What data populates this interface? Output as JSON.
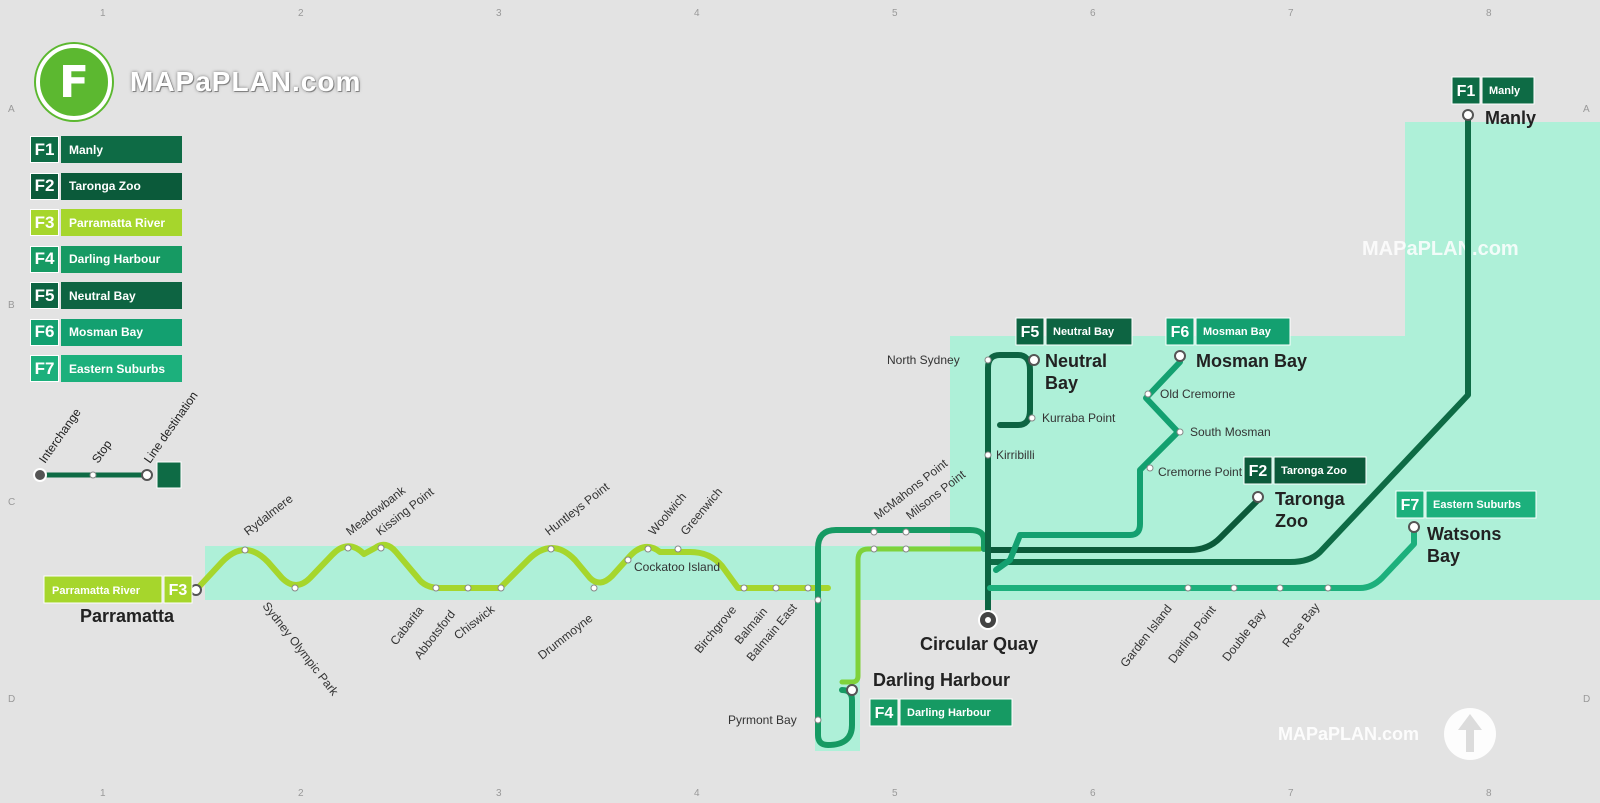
{
  "brand": {
    "logo_letter": "F",
    "site": "MAPaPLAN.com"
  },
  "colors": {
    "F1": "#0e6b45",
    "F2": "#0b5a3a",
    "F3": "#a6d62c",
    "F4": "#169a63",
    "F5": "#0d6442",
    "F6": "#13a070",
    "F7": "#1cb07c",
    "band": "#aef0d8",
    "bg": "#e3e3e3"
  },
  "legend": [
    {
      "code": "F1",
      "name": "Manly"
    },
    {
      "code": "F2",
      "name": "Taronga Zoo"
    },
    {
      "code": "F3",
      "name": "Parramatta River"
    },
    {
      "code": "F4",
      "name": "Darling Harbour"
    },
    {
      "code": "F5",
      "name": "Neutral Bay"
    },
    {
      "code": "F6",
      "name": "Mosman Bay"
    },
    {
      "code": "F7",
      "name": "Eastern Suburbs"
    }
  ],
  "key": {
    "interchange": "Interchange",
    "stop": "Stop",
    "destination": "Line destination"
  },
  "grid": {
    "cols": [
      "1",
      "2",
      "3",
      "4",
      "5",
      "6",
      "7",
      "8"
    ],
    "rows": [
      "A",
      "B",
      "C",
      "D"
    ]
  },
  "destinations": {
    "manly": {
      "code": "F1",
      "name": "Manly",
      "label": "Manly"
    },
    "neutral": {
      "code": "F5",
      "name": "Neutral Bay",
      "label1": "Neutral",
      "label2": "Bay"
    },
    "mosman": {
      "code": "F6",
      "name": "Mosman Bay",
      "label": "Mosman Bay"
    },
    "taronga": {
      "code": "F2",
      "name": "Taronga Zoo",
      "label1": "Taronga",
      "label2": "Zoo"
    },
    "watsons": {
      "code": "F7",
      "name": "Eastern Suburbs",
      "label1": "Watsons",
      "label2": "Bay"
    },
    "parramatta": {
      "code": "F3",
      "name": "Parramatta River",
      "label": "Parramatta"
    },
    "darling": {
      "code": "F4",
      "name": "Darling Harbour",
      "label": "Darling Harbour"
    }
  },
  "hub": {
    "name": "Circular Quay"
  },
  "stops": {
    "rydalmere": "Rydalmere",
    "sydney_olympic_park": "Sydney Olympic Park",
    "meadowbank": "Meadowbank",
    "kissing_point": "Kissing Point",
    "cabarita": "Cabarita",
    "abbotsford": "Abbotsford",
    "chiswick": "Chiswick",
    "huntleys_point": "Huntleys Point",
    "drummoyne": "Drummoyne",
    "woolwich": "Woolwich",
    "greenwich": "Greenwich",
    "cockatoo_island": "Cockatoo Island",
    "birchgrove": "Birchgrove",
    "balmain": "Balmain",
    "balmain_east": "Balmain East",
    "mcmahons_point": "McMahons Point",
    "milsons_point": "Milsons Point",
    "pyrmont_bay": "Pyrmont Bay",
    "north_sydney": "North Sydney",
    "kurraba_point": "Kurraba Point",
    "kirribilli": "Kirribilli",
    "old_cremorne": "Old Cremorne",
    "south_mosman": "South Mosman",
    "cremorne_point": "Cremorne Point",
    "garden_island": "Garden Island",
    "darling_point": "Darling Point",
    "double_bay": "Double Bay",
    "rose_bay": "Rose Bay"
  }
}
